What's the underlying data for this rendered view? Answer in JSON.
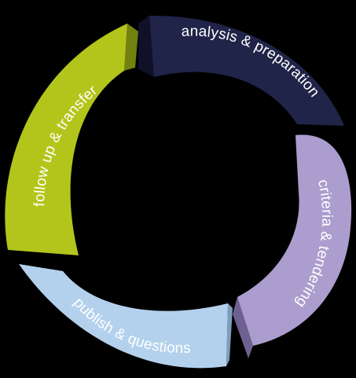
{
  "diagram": {
    "background_color": "#000000",
    "segments": [
      {
        "id": "analysis",
        "label": "analysis & preparation",
        "face_color": "#1f2448",
        "side_color": "#0e1128",
        "text_color": "#ffffff"
      },
      {
        "id": "criteria",
        "label": "criteria & tendering",
        "face_color": "#ab9dcd",
        "side_color": "#6d6192",
        "text_color": "#ffffff"
      },
      {
        "id": "publish",
        "label": "publish & questions",
        "face_color": "#b3d1ec",
        "side_color": "#7d9dbc",
        "text_color": "#ffffff"
      },
      {
        "id": "followup",
        "label": "follow up & transfer",
        "face_color": "#b3c51b",
        "side_color": "#728110",
        "text_color": "#ffffff"
      }
    ]
  }
}
